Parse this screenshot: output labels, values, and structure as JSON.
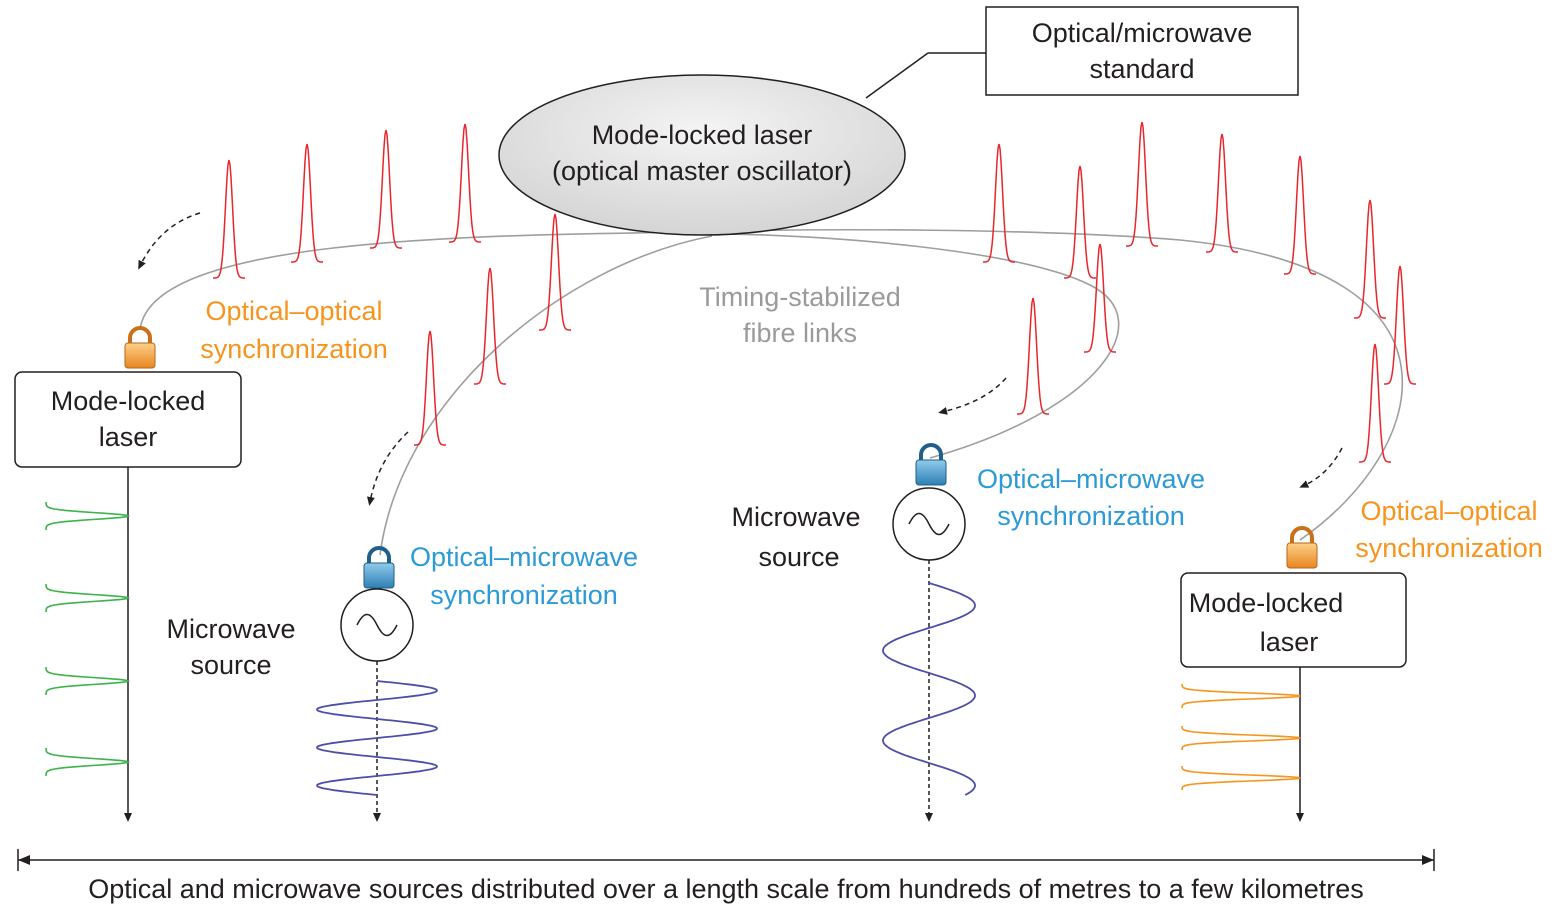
{
  "standard_box": {
    "line1": "Optical/microwave",
    "line2": "standard"
  },
  "master": {
    "line1": "Mode-locked laser",
    "line2": "(optical master oscillator)"
  },
  "fibre_links": {
    "line1": "Timing-stabilized",
    "line2": "fibre links"
  },
  "left_laser": {
    "sync_line1": "Optical–optical",
    "sync_line2": "synchronization",
    "box_line1": "Mode-locked",
    "box_line2": "laser"
  },
  "left_microwave": {
    "sync_line1": "Optical–microwave",
    "sync_line2": "synchronization",
    "label_line1": "Microwave",
    "label_line2": "source"
  },
  "right_microwave": {
    "sync_line1": "Optical–microwave",
    "sync_line2": "synchronization",
    "label_line1": "Microwave",
    "label_line2": "source"
  },
  "right_laser": {
    "sync_line1": "Optical–optical",
    "sync_line2": "synchronization",
    "box_line1": "Mode-locked",
    "box_line2": "laser"
  },
  "scale_caption": "Optical and microwave sources distributed over a length scale from hundreds of metres to a few kilometres",
  "colors": {
    "pulse": "#e8262c",
    "optical_sync": "#f7941d",
    "microwave_sync": "#2b9ad6",
    "fibre": "#9e9e9e",
    "green_output": "#3cb44b",
    "blue_output": "#4b4fa8",
    "orange_output": "#f7941d"
  },
  "icons": [
    "lock-icon",
    "sine-wave-icon"
  ]
}
